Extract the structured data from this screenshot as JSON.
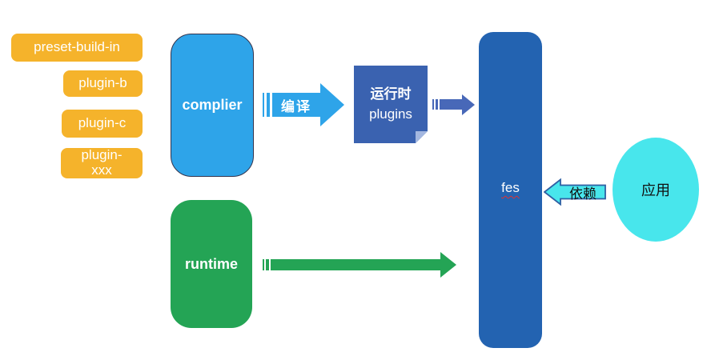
{
  "palette": {
    "background": "#FFFFFF",
    "plugin_chip": "#F5B32B",
    "complier_blue": "#2EA4E9",
    "note_blue": "#3A62B0",
    "fes_blue": "#2363B1",
    "runtime_green": "#24A455",
    "cyan": "#48E6EC",
    "depend_border": "#2E5FA3",
    "small_arrow_blue": "#4868B8",
    "squiggle_red": "#E03131"
  },
  "nodes": {
    "plugins": [
      {
        "label": "preset-build-in"
      },
      {
        "label": "plugin-b"
      },
      {
        "label": "plugin-c"
      },
      {
        "label": "plugin-xxx"
      }
    ],
    "complier": {
      "label": "complier"
    },
    "runtime_plugins": {
      "line1": "运行时",
      "line2": "plugins"
    },
    "fes": {
      "label": "fes"
    },
    "runtime": {
      "label": "runtime"
    },
    "app": {
      "label": "应用"
    }
  },
  "arrows": {
    "compile": {
      "label": "编译",
      "direction": "right",
      "style": "striped-block"
    },
    "plugins_to_fes": {
      "label": "",
      "direction": "right",
      "style": "striped-block"
    },
    "runtime_to_fes": {
      "label": "",
      "direction": "right",
      "style": "striped-block"
    },
    "depend": {
      "label": "依赖",
      "direction": "left",
      "style": "bordered-block"
    }
  }
}
